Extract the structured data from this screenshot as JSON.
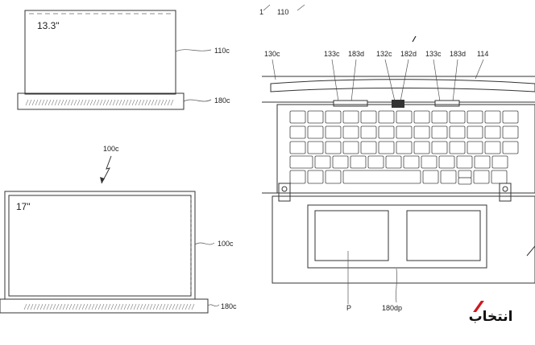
{
  "left_top": {
    "screen_size": "13.3\"",
    "screen_ref": "110c",
    "base_ref": "180c"
  },
  "left_middle": {
    "ref": "100c"
  },
  "left_bottom": {
    "screen_size": "17\"",
    "screen_ref": "100c",
    "base_ref": "180c"
  },
  "right_header": {
    "ref_1": "1",
    "ref_110": "110"
  },
  "right_labels": {
    "ref_130c": "130c",
    "ref_133c_a": "133c",
    "ref_183d_a": "183d",
    "ref_132c": "132c",
    "ref_182d": "182d",
    "ref_133c_b": "133c",
    "ref_183d_b": "183d",
    "ref_114": "114",
    "ref_p": "P",
    "ref_180dp": "180dp"
  },
  "logo": {
    "text": "انتخاب",
    "color": "#d0181f"
  }
}
